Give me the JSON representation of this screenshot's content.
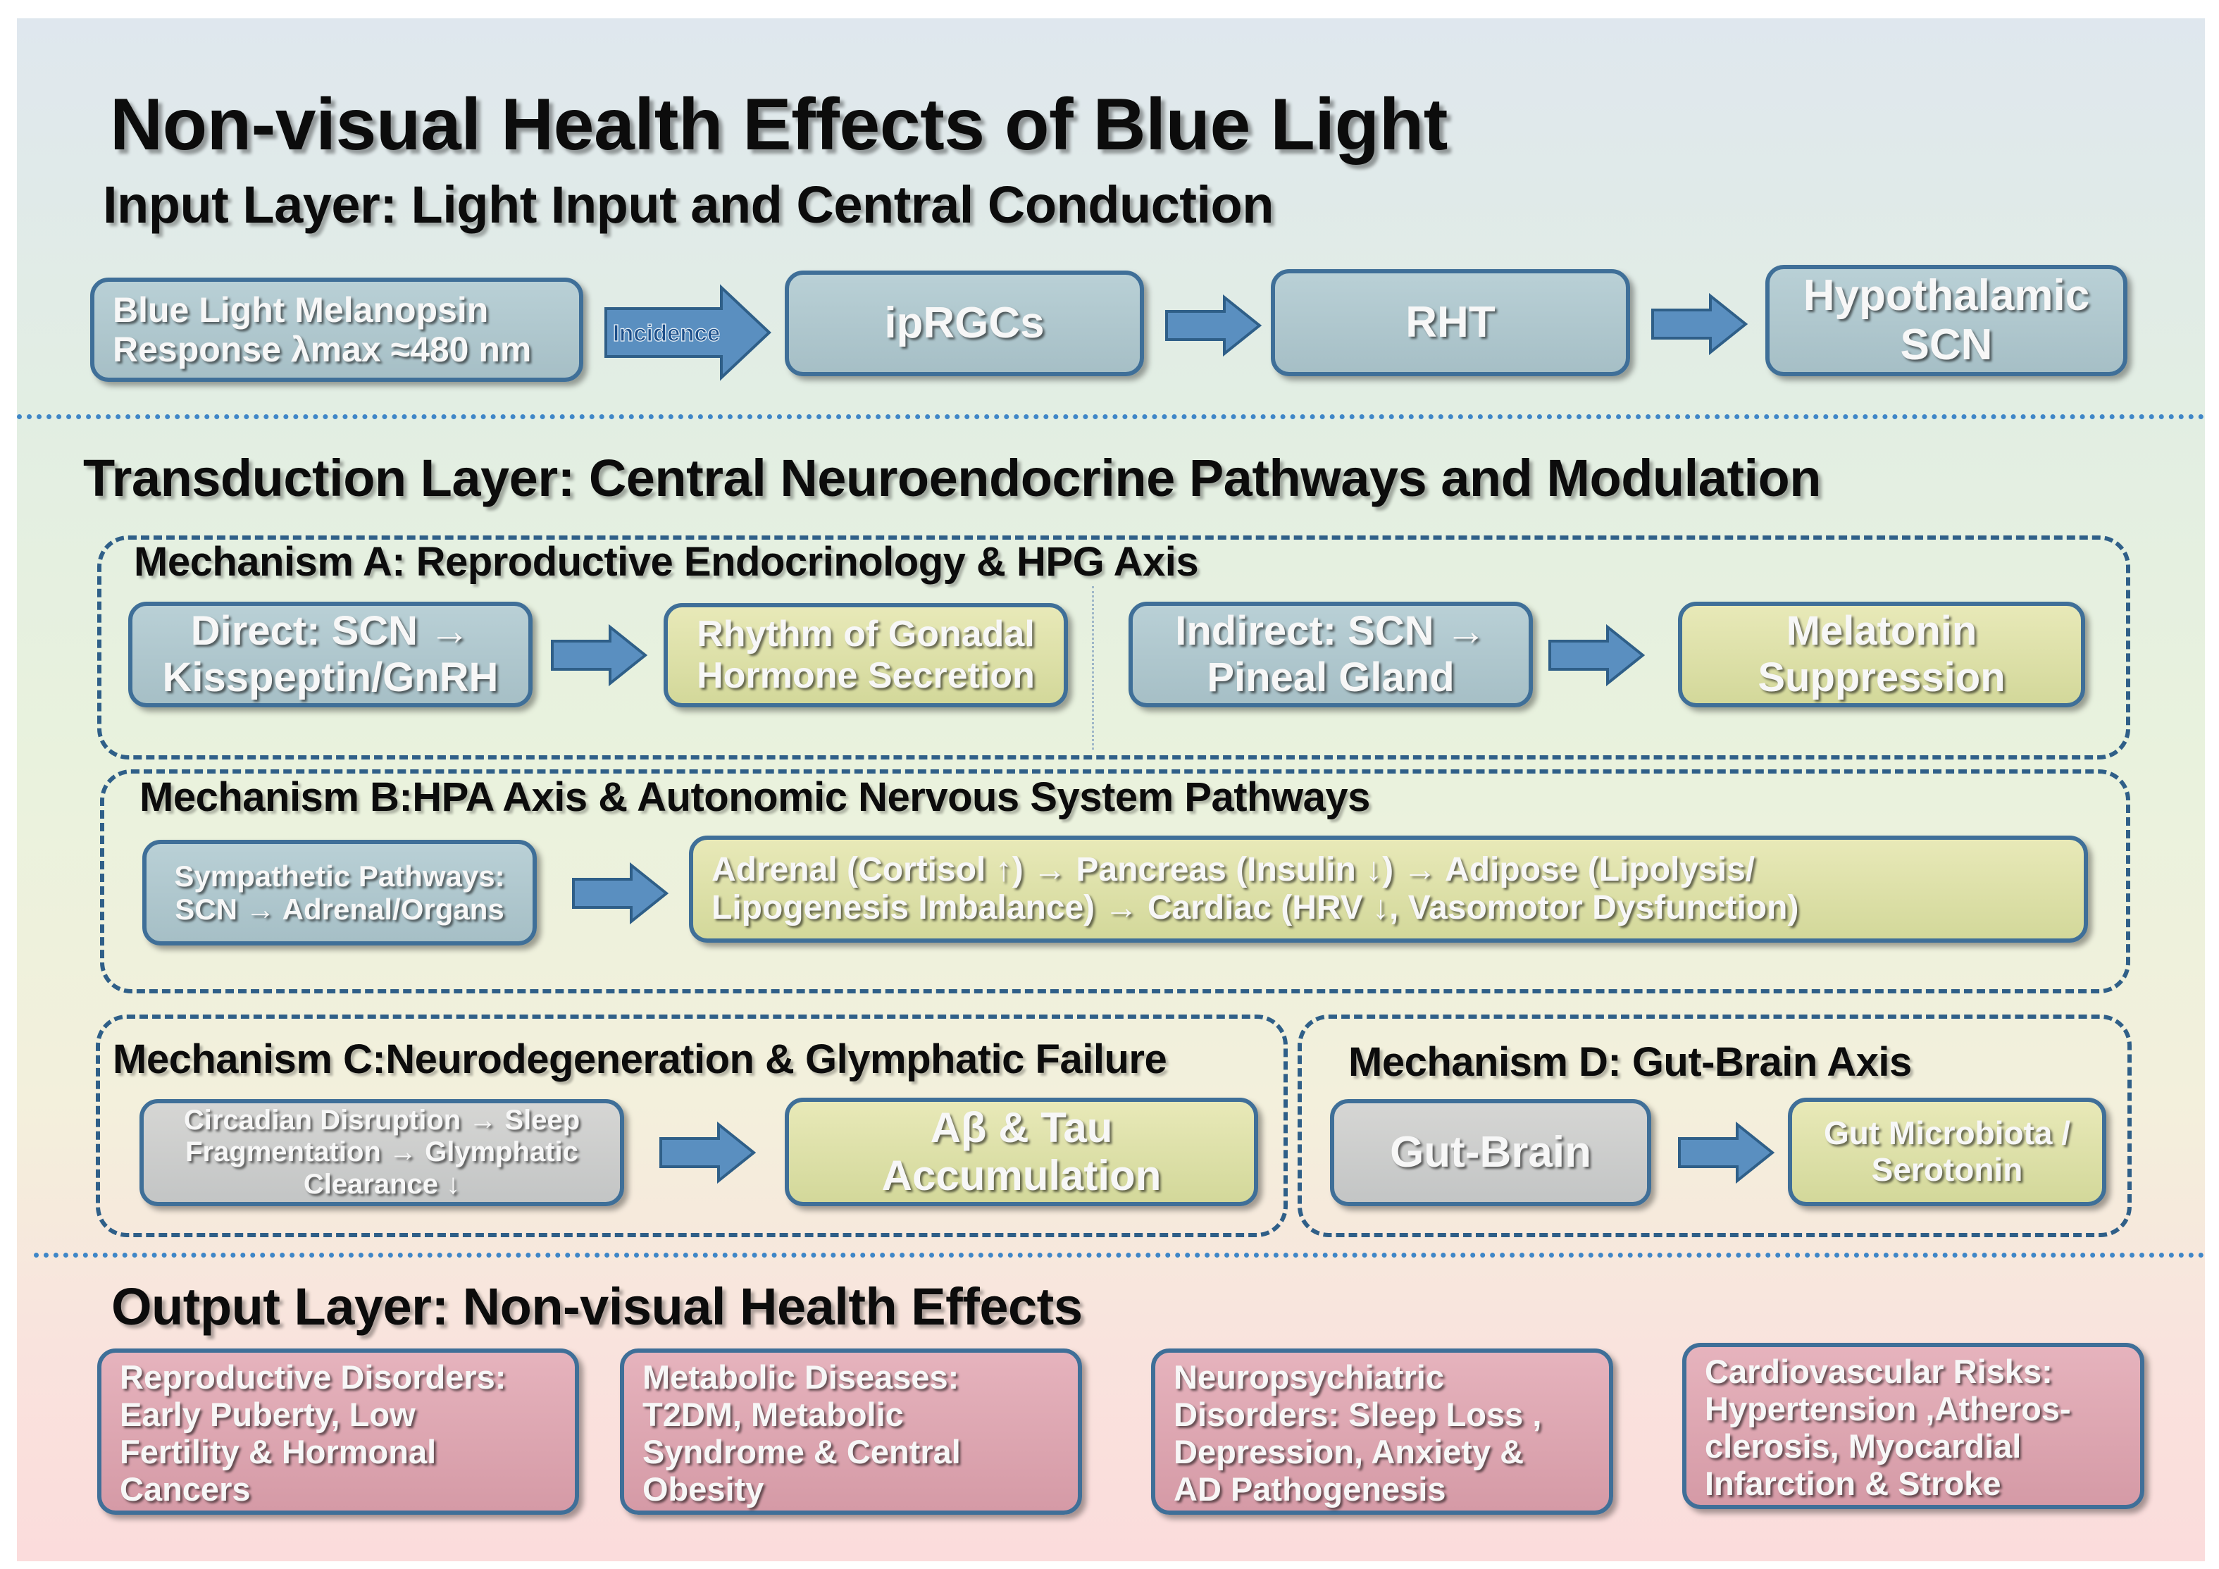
{
  "title": "Non-visual Health Effects of Blue Light",
  "input_layer": {
    "title": "Input Layer: Light Input and Central Conduction",
    "source_box": "Blue Light  Melanopsin\nResponse  λmax ≈480 nm",
    "arrow_label": "Incidence",
    "steps": [
      "ipRGCs",
      "RHT",
      "Hypothalamic\nSCN"
    ]
  },
  "transduction_layer": {
    "title": "Transduction Layer: Central Neuroendocrine Pathways and Modulation",
    "mechanism_a": {
      "title": "Mechanism A: Reproductive Endocrinology & HPG Axis",
      "direct": "Direct: SCN →\nKisspeptin/GnRH",
      "direct_result": "Rhythm of Gonadal\nHormone Secretion",
      "indirect": "Indirect: SCN →\nPineal Gland",
      "indirect_result": "Melatonin\nSuppression"
    },
    "mechanism_b": {
      "title": "Mechanism B:HPA Axis & Autonomic Nervous System Pathways",
      "source": "Sympathetic Pathways:\nSCN → Adrenal/Organs",
      "result": "Adrenal (Cortisol ↑) → Pancreas (Insulin ↓) → Adipose (Lipolysis/\nLipogenesis Imbalance) → Cardiac (HRV ↓, Vasomotor Dysfunction)"
    },
    "mechanism_c": {
      "title": "Mechanism C:Neurodegeneration & Glymphatic Failure",
      "source": "Circadian Disruption → Sleep\nFragmentation → Glymphatic\nClearance ↓",
      "result": "Aβ & Tau\nAccumulation"
    },
    "mechanism_d": {
      "title": "Mechanism D: Gut-Brain Axis",
      "source": "Gut-Brain",
      "result": "Gut Microbiota /\nSerotonin"
    }
  },
  "output_layer": {
    "title": "Output Layer: Non-visual Health Effects",
    "effects": [
      "Reproductive Disorders:\nEarly Puberty, Low\nFertility & Hormonal\nCancers",
      "Metabolic Diseases:\nT2DM, Metabolic\nSyndrome & Central\nObesity",
      "Neuropsychiatric\nDisorders: Sleep Loss ,\nDepression, Anxiety &\nAD Pathogenesis",
      "Cardiovascular Risks:\nHypertension ,Atheros-\nclerosis, Myocardial\nInfarction & Stroke"
    ]
  },
  "colors": {
    "box_border": "#3f6f98",
    "arrow_fill": "#5a8fc0",
    "dotted_divider": "#3f86c7",
    "blue_box": "#b0c8cf",
    "yellow_box": "#dfe1aa",
    "gray_box": "#cdcecd",
    "pink_box": "#dea6b1"
  }
}
